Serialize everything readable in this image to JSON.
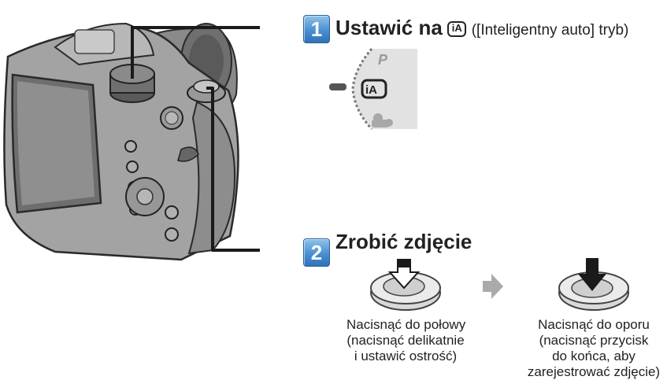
{
  "step1": {
    "number": "1",
    "title": "Ustawić na",
    "icon": "ia-mode-icon",
    "icon_text": "iA",
    "suffix": "([Inteligentny auto] tryb)",
    "dial_labels": {
      "p": "P",
      "ia": "iA"
    }
  },
  "step2": {
    "number": "2",
    "title": "Zrobić zdjęcie",
    "half_press": {
      "line1": "Nacisnąć do połowy",
      "line2": "(nacisnąć delikatnie",
      "line3": "i ustawić ostrość)"
    },
    "full_press": {
      "line1": "Nacisnąć do oporu",
      "line2": "(nacisnąć przycisk",
      "line3": "do końca, aby",
      "line4": "zarejestrować zdjęcie)"
    }
  },
  "colors": {
    "step_badge": "#4a8fd0",
    "leader_line": "#1a1a1a",
    "camera_body": "#9a9a9a",
    "arrow": "#aaaaaa"
  }
}
